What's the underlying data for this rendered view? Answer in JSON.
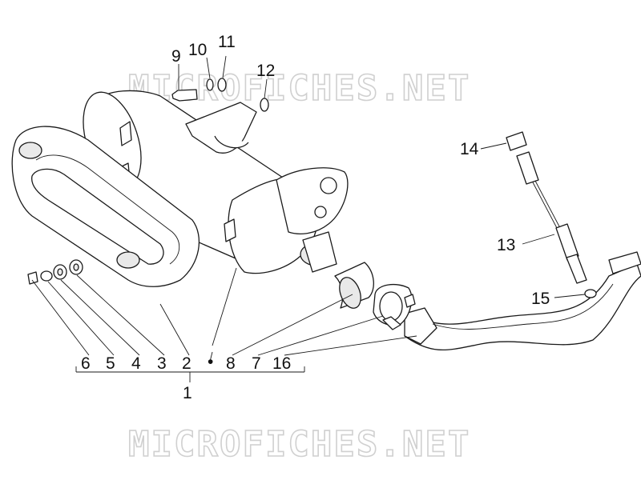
{
  "watermark": {
    "text": "MICROFICHES.NET"
  },
  "callouts": {
    "c1": "1",
    "c2": "2",
    "c3": "3",
    "c4": "4",
    "c5": "5",
    "c6": "6",
    "c7": "7",
    "c8": "8",
    "c9": "9",
    "c10": "10",
    "c11": "11",
    "c12": "12",
    "c13": "13",
    "c14": "14",
    "c15": "15",
    "c16": "16"
  },
  "group_marker": "•"
}
